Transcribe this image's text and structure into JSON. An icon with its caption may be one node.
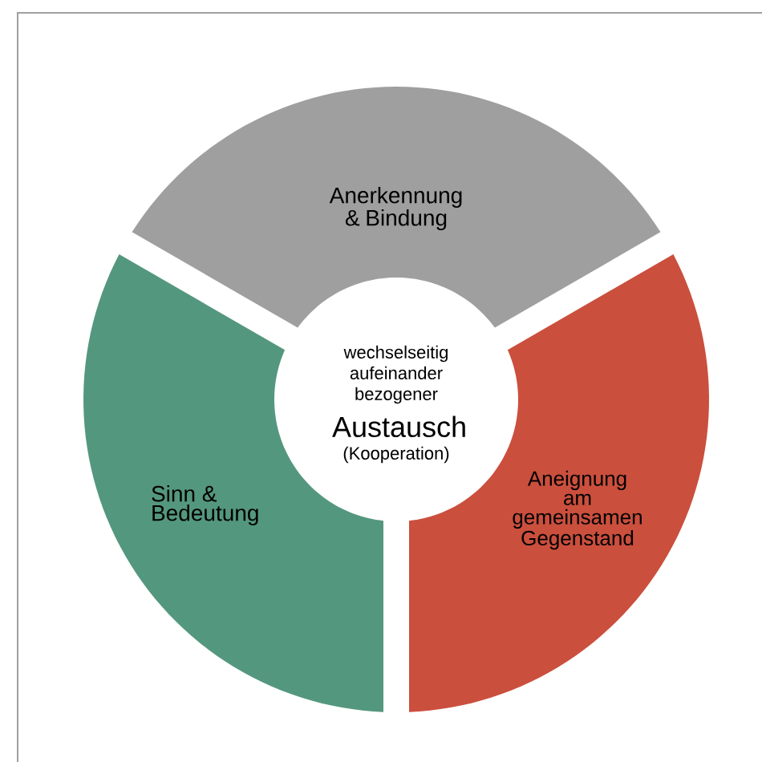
{
  "diagram": {
    "nodes": [
      {
        "text": [
          "Anerkennung & Bindung"
        ]
      },
      {
        "text": [
          "Sinn & Bedeutung"
        ]
      },
      {
        "text": [
          "wechselseitig aufeinander bezogener",
          "Austausch",
          "(Kooperation)"
        ]
      },
      {
        "text": [
          "Aneignung am gemeinsamen Gegenstand"
        ]
      }
    ]
  }
}
